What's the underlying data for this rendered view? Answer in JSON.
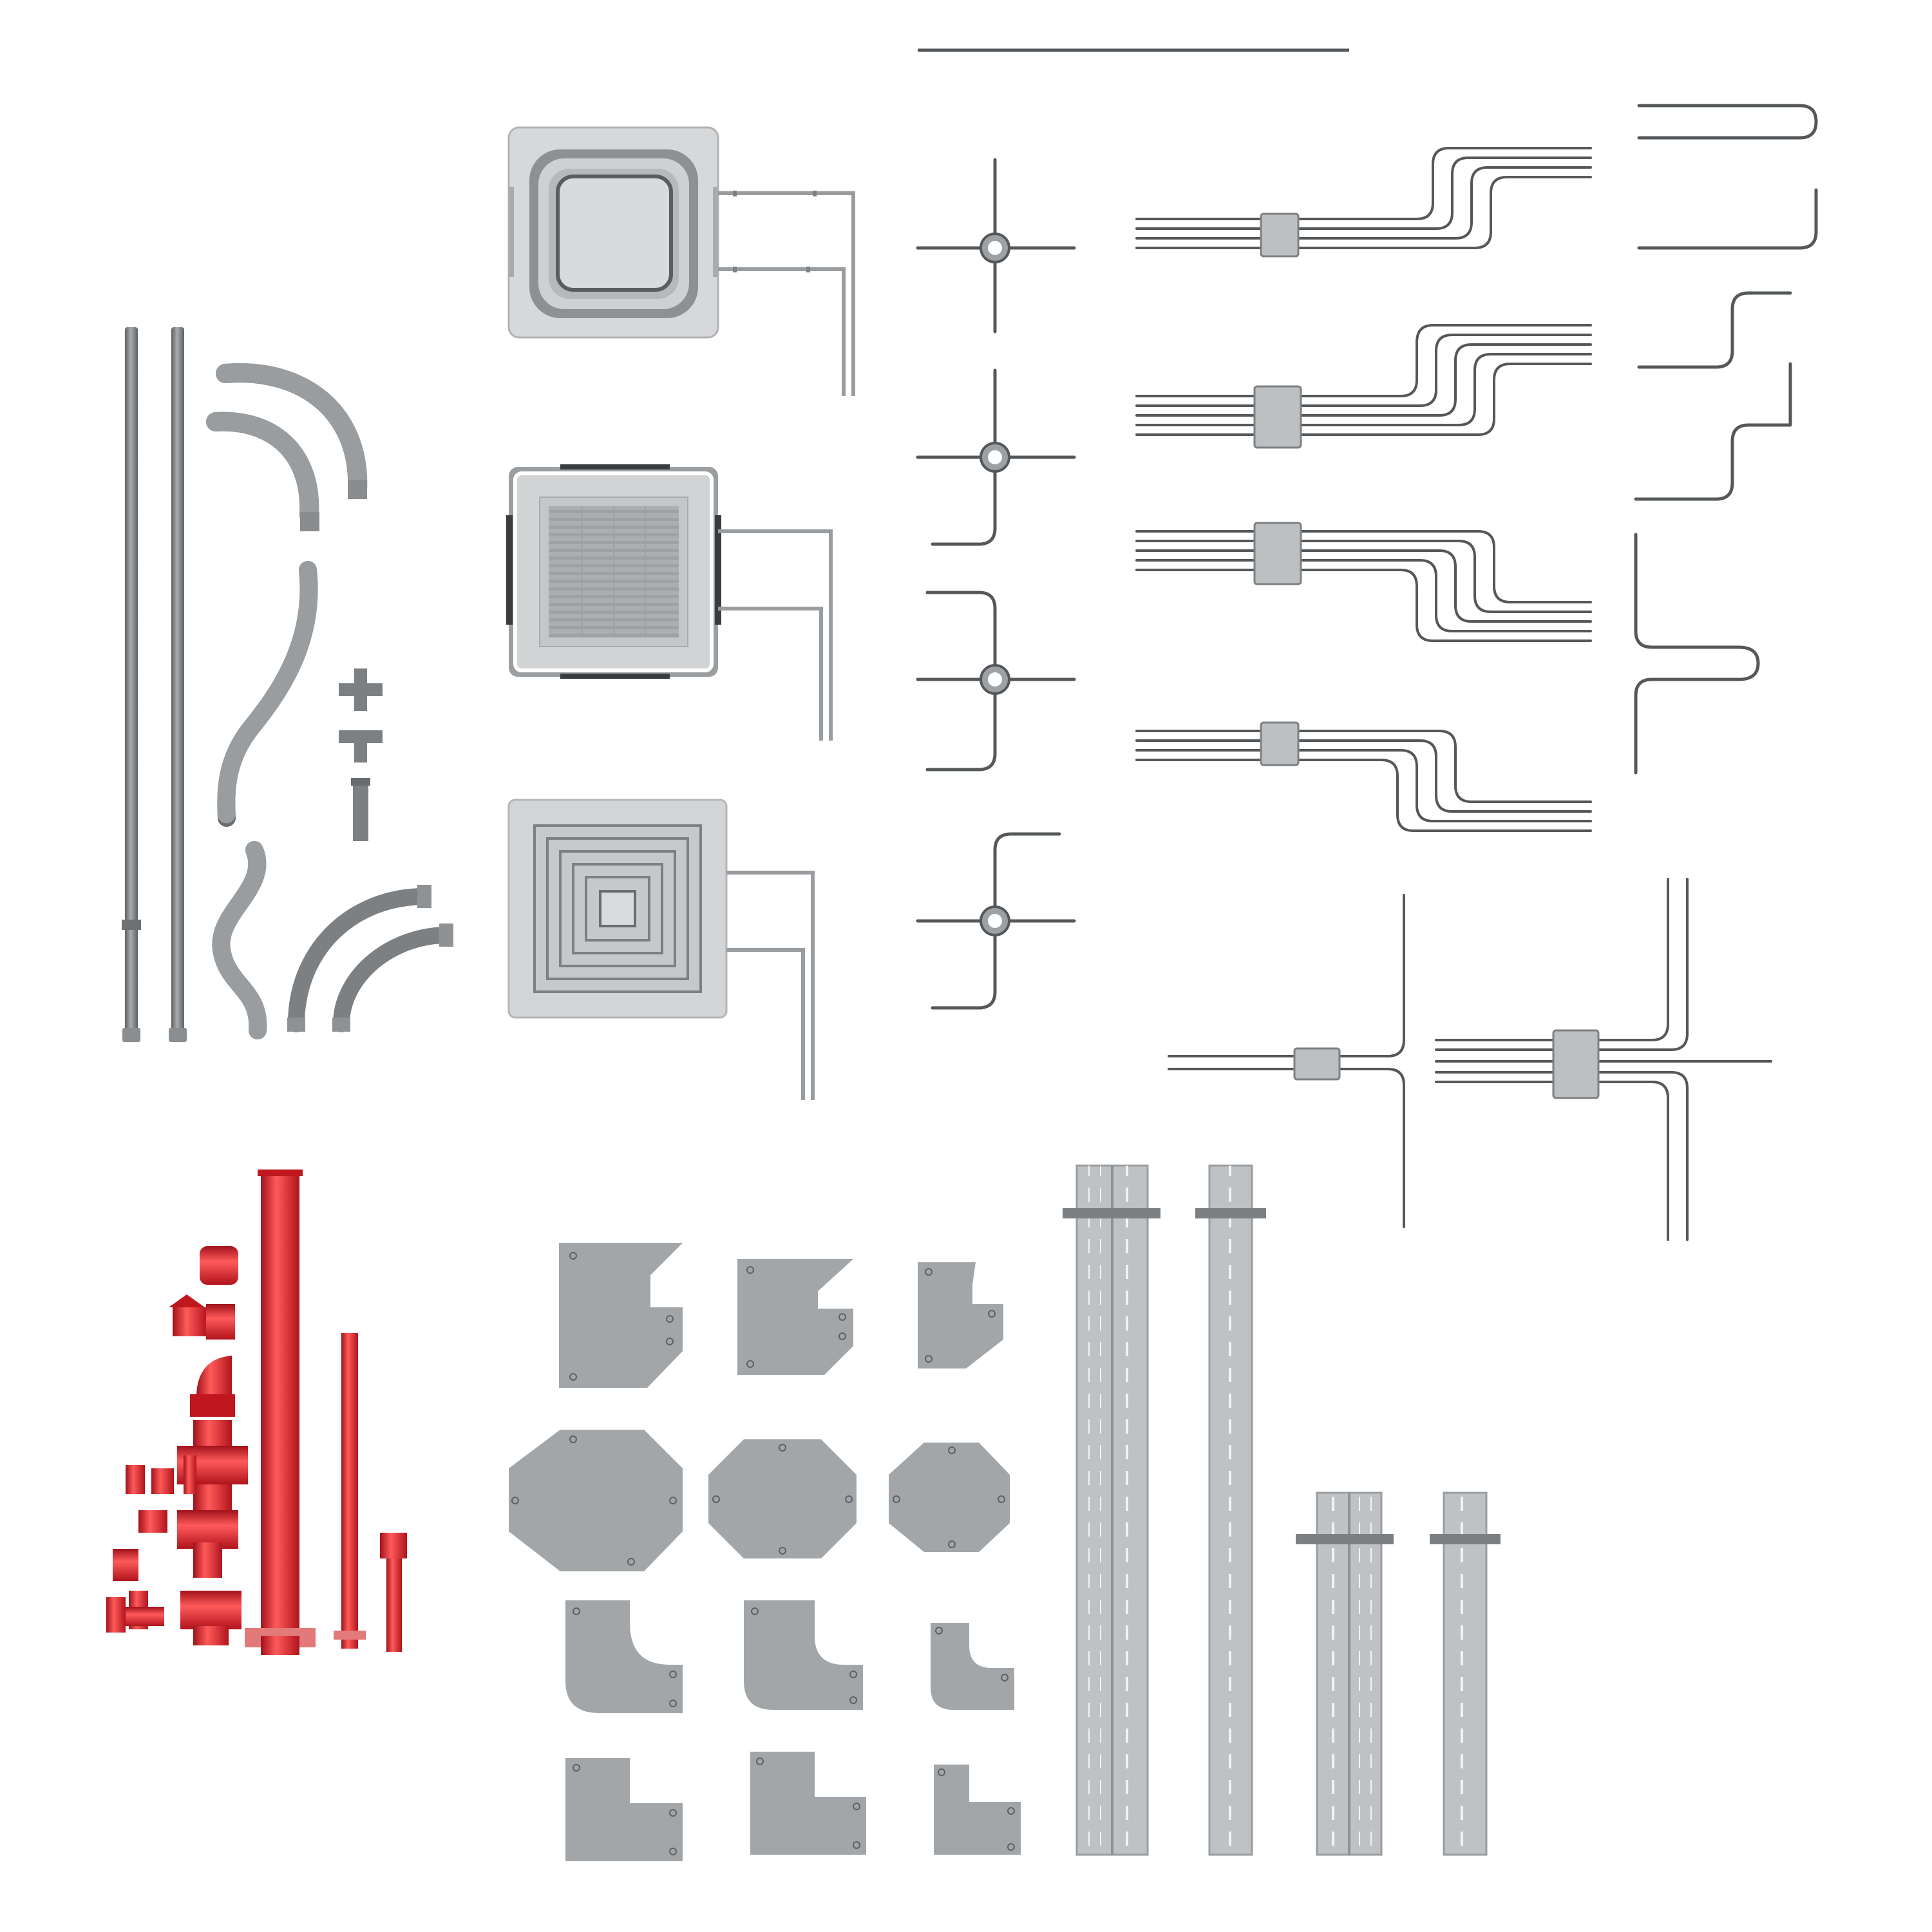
{
  "sheet": {
    "background": "#ffffff",
    "colors": {
      "metal": "#a3a6a9",
      "metal_dark": "#6e7174",
      "metal_light": "#c9cbcd",
      "pipe": "#808386",
      "pipe_dark": "#4e5154",
      "wire": "#55585b",
      "panel": "#d3d4d5",
      "panel_edge": "#9a9c9e",
      "tray": "#bfc2c4",
      "tray_dash": "#f2f3f4",
      "bracket": "#7d8083",
      "fire_red": "#e02028",
      "fire_red_dark": "#a0121a",
      "fire_red_light": "#ff6a6a"
    }
  },
  "groups": {
    "conduit_fittings": {
      "icon": "conduit-pipe-icon"
    },
    "cassette_units": {
      "icon": "ceiling-cassette-ac-icon",
      "count": 3
    },
    "junction_crosses": {
      "icon": "cable-junction-icon",
      "count": 4
    },
    "junction_box_runs": {
      "icon": "junction-box-icon",
      "count": 6
    },
    "wire_bends": {
      "icon": "bent-wire-icon",
      "count": 6
    },
    "sprinkler_fittings": {
      "icon": "fire-sprinkler-pipe-icon"
    },
    "tray_fittings": {
      "icon": "cable-tray-fitting-icon",
      "count": 12
    },
    "cable_trays": {
      "icon": "cable-tray-icon",
      "count": 4
    }
  }
}
